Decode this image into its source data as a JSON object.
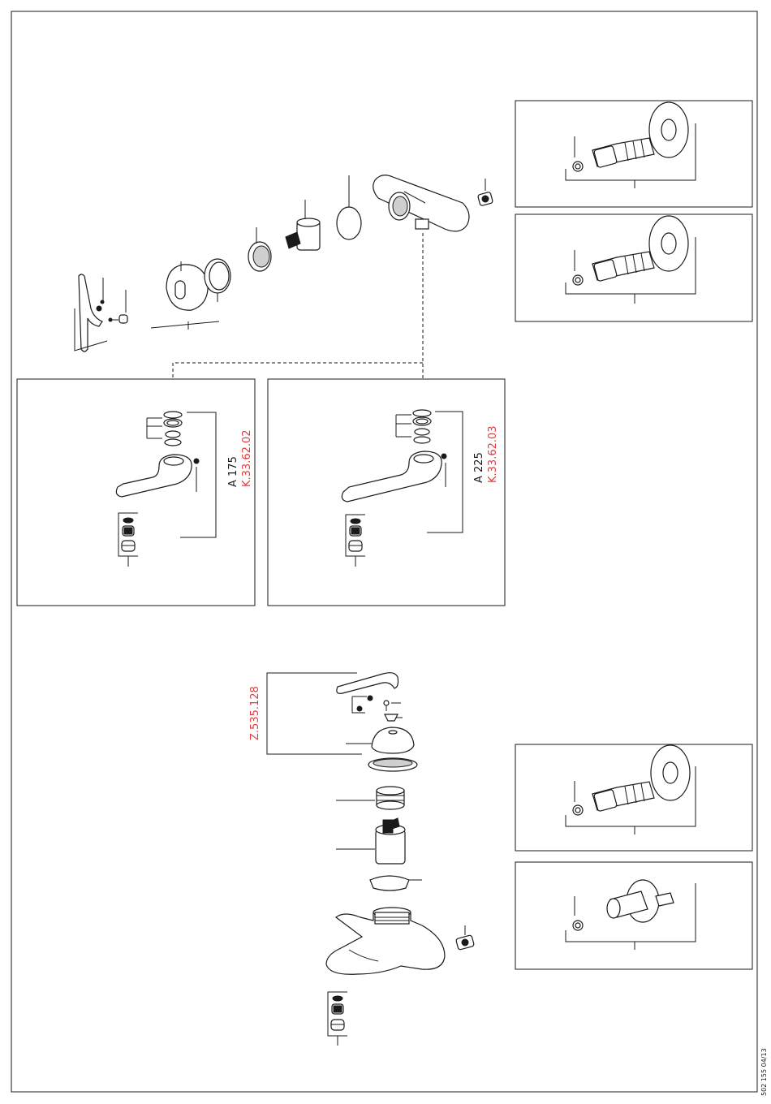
{
  "labels": {
    "a175": "A 175",
    "k336202": "K.33.62.02",
    "a225": "A 225",
    "k336203": "K.33.62.03",
    "z535128": "Z.535.128",
    "doc_number": "502 155 04/13"
  },
  "colors": {
    "line": "#1a1a1a",
    "accent_red": "#e03a3a",
    "paper": "#ffffff"
  }
}
